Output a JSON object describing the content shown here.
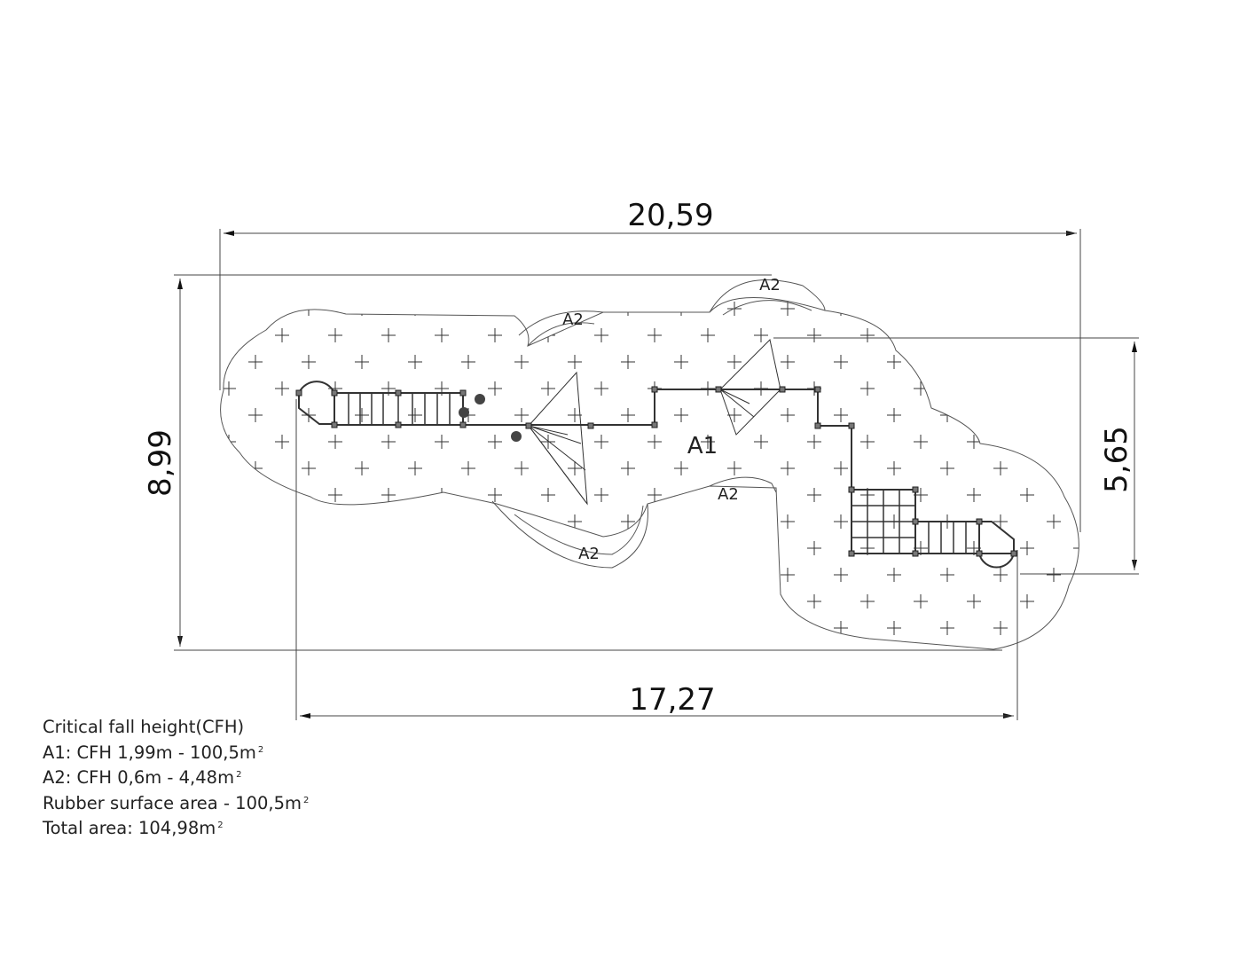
{
  "drawing": {
    "dimensions": {
      "overall_width": "20,59",
      "overall_height": "8,99",
      "equipment_width": "17,27",
      "equipment_height": "5,65"
    },
    "zones": {
      "a1_label": "A1",
      "a2_label": "A2"
    }
  },
  "legend": {
    "title": "Critical fall height(CFH)",
    "rows": [
      {
        "text": "A1: CFH 1,99m - 100,5m",
        "sup": "2"
      },
      {
        "text": "A2: CFH 0,6m - 4,48m",
        "sup": "2"
      },
      {
        "text": "Rubber surface area - 100,5m",
        "sup": "2"
      },
      {
        "text": "Total area: 104,98m",
        "sup": "2"
      }
    ]
  }
}
